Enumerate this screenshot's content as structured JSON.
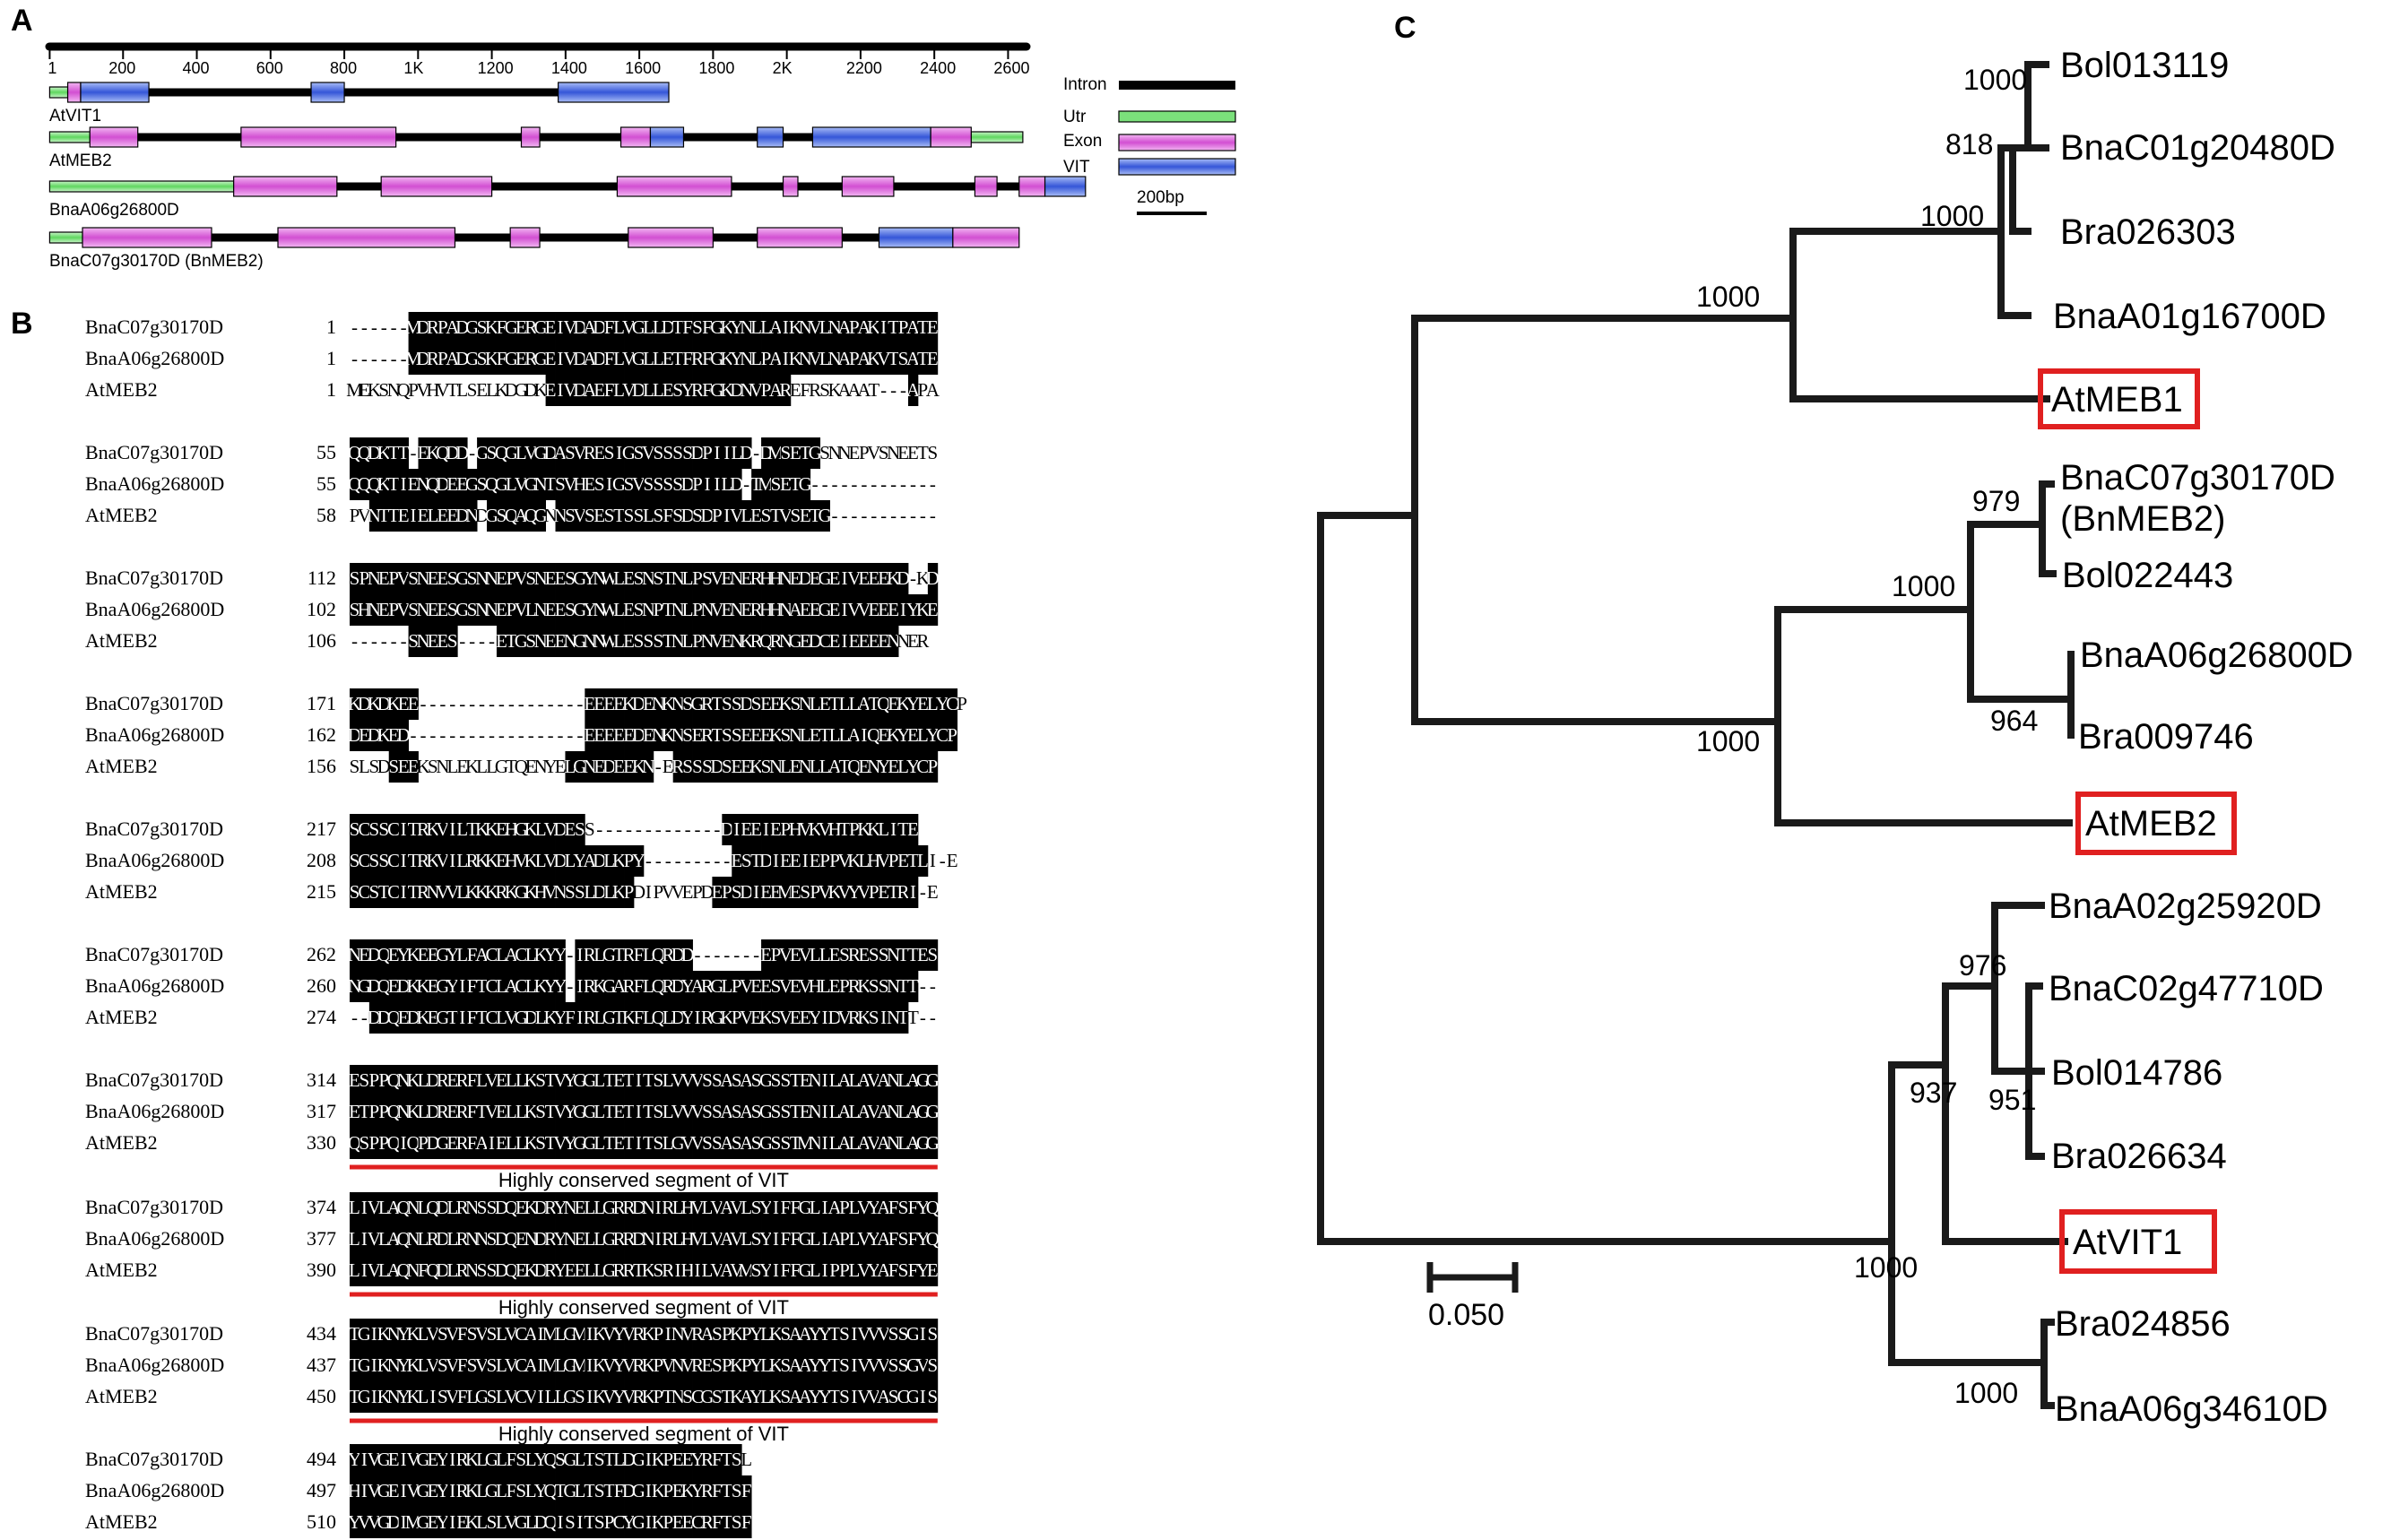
{
  "panel_a": {
    "letter": "A",
    "scale_ticks": [
      "1",
      "200",
      "400",
      "600",
      "800",
      "1K",
      "1200",
      "1400",
      "1600",
      "1800",
      "2K",
      "2200",
      "2400",
      "2600"
    ],
    "genes": [
      {
        "name": "AtVIT1",
        "span": [
          1,
          1680
        ],
        "utr": [
          [
            1,
            50
          ]
        ],
        "exon": [
          [
            50,
            85
          ]
        ],
        "vit": [
          [
            85,
            270
          ],
          [
            710,
            800
          ],
          [
            1380,
            1680
          ]
        ]
      },
      {
        "name": "AtMEB2",
        "span": [
          1,
          2640
        ],
        "utr": [
          [
            1,
            110
          ],
          [
            2500,
            2640
          ]
        ],
        "exon": [
          [
            110,
            240
          ],
          [
            520,
            940
          ],
          [
            1280,
            1330
          ],
          [
            1550,
            1630
          ],
          [
            2390,
            2500
          ]
        ],
        "vit": [
          [
            1630,
            1720
          ],
          [
            1920,
            1990
          ],
          [
            2070,
            2390
          ]
        ]
      },
      {
        "name": "BnaA06g26800D",
        "span": [
          1,
          2750
        ],
        "utr": [
          [
            1,
            500
          ]
        ],
        "exon": [
          [
            500,
            780
          ],
          [
            900,
            1200
          ],
          [
            1540,
            1850
          ],
          [
            1990,
            2030
          ],
          [
            2150,
            2290
          ],
          [
            2510,
            2570
          ],
          [
            2630,
            2700
          ]
        ],
        "vit": [
          [
            2700,
            2810
          ]
        ]
      },
      {
        "name": "BnaC07g30170D (BnMEB2)",
        "span": [
          1,
          2630
        ],
        "utr": [
          [
            1,
            90
          ]
        ],
        "exon": [
          [
            90,
            440
          ],
          [
            620,
            1100
          ],
          [
            1250,
            1330
          ],
          [
            1570,
            1800
          ],
          [
            1920,
            2150
          ],
          [
            2450,
            2630
          ]
        ],
        "vit": [
          [
            2250,
            2450
          ]
        ]
      }
    ],
    "legend": [
      {
        "label": "Intron",
        "color": "#000000"
      },
      {
        "label": "Utr",
        "color": "#7be07b"
      },
      {
        "label": "Exon",
        "color": "#d95fd9"
      },
      {
        "label": "VIT",
        "color": "#4a6be0"
      }
    ],
    "scale_label": "200bp"
  },
  "panel_b": {
    "letter": "B",
    "blocks": [
      {
        "rows": [
          {
            "name": "BnaC07g30170D",
            "start": "1",
            "seq": "------MDRPADGSKFGERGEIVDADFLVGLLDTFSFGKYNLLAIKNVLNAPAKITPATE",
            "mask": "000000BBBBBBBBBBBBBBBBBBBBBBBBBBBBBBBBBBBBBBBBBBBBBBBBBBBBBBBBBB"
          },
          {
            "name": "BnaA06g26800D",
            "start": "1",
            "seq": "------MDRPADGSKFGERGEIVDADFLVGLLETFRFGKYNLPAIKNVLNAPAKVTSATE",
            "mask": "000000BBBBBBBBBBBBBBBBBBBBBBBBBBBBBBBBBBBBBBBBBBBBBBBBBBBBBBBBBB"
          },
          {
            "name": "AtMEB2",
            "start": "1",
            "seq": "MEKSNQPVHVTLSELKDGDKEIVDAEFLVDLLESYRFGKDNVPAREFRSKAAAT---APA",
            "mask": "00000000000000000000BBBBBBBBBBBBBBBBBBBBBBBBB000000000BBBB000BBB"
          }
        ]
      },
      {
        "rows": [
          {
            "name": "BnaC07g30170D",
            "start": "55",
            "seq": "QQDKTT-EKQDD-GSQGLVGDASVRESIGSVSSSSDPIILD-DMSETGSNNEPVSNEETS",
            "mask": "BBBBBB0BBBBB0BBBBBBBBBBBBBBBBBBBBBBBBBBBB0BBBBBB00000000000000"
          },
          {
            "name": "BnaA06g26800D",
            "start": "55",
            "seq": "QQQKTIENQDEEGSQGLVGNTSVHESIGSVSSSSDPIILD-TMSETG-------------",
            "mask": "BBBBBBBBBBBBBBBBBBBBBBBBBBBBBBBBBBBBBBBB0BBBBBB0000000000000"
          },
          {
            "name": "AtMEB2",
            "start": "58",
            "seq": "PVNTTEIELEEDNDGSQAQGNNSVSESTSSLSFSDSDPIVLESTVSETG-----------",
            "mask": "00BBBBBBBBBBB0BBBBBB0BBBBBBBBBBBBBBBBBBBBBBBBBBBB000000000000"
          }
        ]
      },
      {
        "rows": [
          {
            "name": "BnaC07g30170D",
            "start": "112",
            "seq": "SPNEPVSNEESGSNNEPVSNEESGYNWLESNSTNLPSVENERHHNEDEGEIVEEEKD-KD",
            "mask": "BBBBBBBBBBBBBBBBBBBBBBBBBBBBBBBBBBBBBBBBBBBBBBBBBBBBBBBBBB0BB"
          },
          {
            "name": "BnaA06g26800D",
            "start": "102",
            "seq": "SHNEPVSNEESGSNNEPVLNEESGYNWLESNPTNLPNVENERHHNAEEGEIVVEEEIYKE",
            "mask": "BBBBBBBBBBBBBBBBBBBBBBBBBBBBBBBBBBBBBBBBBBBBBBBBBBBBBBBBBBBB"
          },
          {
            "name": "AtMEB2",
            "start": "106",
            "seq": "------SNEES----ETGSNEENGNNWLESSSTNLPNVENKRQRNGEDCEIEEEENNER",
            "mask": "000000BBBBB0000BBBBBBBBBBBBBBBBBBBBBBBBBBBBBBBBBBBBBBBBB000"
          }
        ]
      },
      {
        "rows": [
          {
            "name": "BnaC07g30170D",
            "start": "171",
            "seq": "KDKDKEE-----------------EEEEKDENKNSGRTSSDSEEKSNLETLLATQEKYELYCP",
            "mask": "BBBBBBB00000000000000000BBBBBBBBBBBBBBBBBBBBBBBBBBBBBBBBBBBBBB"
          },
          {
            "name": "BnaA06g26800D",
            "start": "162",
            "seq": "DEDKED------------------EEEEEDENKNSERTSSEEEKSNLETLLAIQEKYELYCP",
            "mask": "BBBBBB000000000000000000BBBBBBBBBBBBBBBBBBBBBBBBBBBBBBBBBBBBBBB"
          },
          {
            "name": "AtMEB2",
            "start": "156",
            "seq": "SLSDSEEKSNLEKLLGTQENYELGNEDEEKN-ERSSSDSEEKSNLENLLATQENYELYCP",
            "mask": "0000BBB000000000000000BBBBBBBBBB0BBBBBBBBBBBBBBBBBBBBBBBBBBBB"
          }
        ]
      },
      {
        "rows": [
          {
            "name": "BnaC07g30170D",
            "start": "217",
            "seq": "SCSSCITRKVILTKKEHGKLVDESS-------------DIEEIEPHVKVHTPKKLITE",
            "mask": "BBBBBBBBBBBBBBBBBBBBBBBB00000000000000BBBBBBBBBBBBBBBBBBBB"
          },
          {
            "name": "BnaA06g26800D",
            "start": "208",
            "seq": "SCSSCITRKVILRKKEHVKLVDLYADLKPY---------ESTDIEEIEPPVKLHVPETLI-E",
            "mask": "BBBBBBBBBBBBBBBBBBBBBBBBBBBBBB000000000BBBBBBBBBBBBBBBBBBBB0B"
          },
          {
            "name": "AtMEB2",
            "start": "215",
            "seq": "SCSTCITRNVVLKKKRKGKHVNSSLDLKPDIPVVEPDEPSDIEEMESPVKVYVPETRI-E",
            "mask": "BBBBBBBBBBBBBBBBBBBBBBBBBBBBB00000000BBBBBBBBBBBBBBBBBBBBBB0B"
          }
        ]
      },
      {
        "rows": [
          {
            "name": "BnaC07g30170D",
            "start": "262",
            "seq": "NEDQEYKEEGYLFACLACLKYY-IRLGTRFLQRDD-------EPVEVLLESRESSNTTES",
            "mask": "BBBBBBBBBBBBBBBBBBBBBB0BBBBBBBBBBBB0000000BBBBBBBBBBBBBBBBBB"
          },
          {
            "name": "BnaA06g26800D",
            "start": "260",
            "seq": "NGDQEDKKEGYIFTCLACLKYY-IRKGARFLQRDYARGLPVEESVEVHLEPRKSSNTT--",
            "mask": "BBBBBBBBBBBBBBBBBBBBBB0BBBBBBBBBBBBBBBBBBBBBBBBBBBBBBBBBBB00"
          },
          {
            "name": "AtMEB2",
            "start": "274",
            "seq": "--DDQEDKEGTIFTCLVGDLKYFIRLGTKFLQLDYIRGKPVEKSVEEYIDVRKSINTT--",
            "mask": "00BBBBBBBBBBBBBBBBBBBBBBBBBBBBBBBBBBBBBBBBBBBBBBBBBBBBBBB00"
          }
        ]
      },
      {
        "rows": [
          {
            "name": "BnaC07g30170D",
            "start": "314",
            "seq": "ESPPQNKLDRERFLVELLKSTVYGGLTETITSLVVVSSASASGSSTENILALAVANLAGG",
            "mask": "BBBBBBBBBBBBBBBBBBBBBBBBBBBBBBBBBBBBBBBBBBBBBBBBBBBBBBBBBBBB"
          },
          {
            "name": "BnaA06g26800D",
            "start": "317",
            "seq": "ETPPQNKLDRERFTVELLKSTVYGGLTETITSLVVVSSASASGSSTENILALAVANLAGG",
            "mask": "BBBBBBBBBBBBBBBBBBBBBBBBBBBBBBBBBBBBBBBBBBBBBBBBBBBBBBBBBBBB"
          },
          {
            "name": "AtMEB2",
            "start": "330",
            "seq": "QSPPQIQPDGERFAIELLKSTVYGGLTETITSLGVVSSASASGSSTMNILALAVANLAGG",
            "mask": "BBBBBBBBBBBBBBBBBBBBBBBBBBBBBBBBBBBBBBBBBBBBBBBBBBBBBBBBBBBB"
          }
        ],
        "caption": "Highly conserved segment of VIT"
      },
      {
        "rows": [
          {
            "name": "BnaC07g30170D",
            "start": "374",
            "seq": "LIVLAQNLQDLRNSSDQEKDRYNELLGRRDNIRLHVLVAVLSYIFFGLIAPLVYAFSFYQ",
            "mask": "BBBBBBBBBBBBBBBBBBBBBBBBBBBBBBBBBBBBBBBBBBBBBBBBBBBBBBBBBBBB"
          },
          {
            "name": "BnaA06g26800D",
            "start": "377",
            "seq": "LIVLAQNLRDLRNNSDQENDRYNELLGRRDNIRLHVLVAVLSYIFFGLIAPLVYAFSFYQ",
            "mask": "BBBBBBBBBBBBBBBBBBBBBBBBBBBBBBBBBBBBBBBBBBBBBBBBBBBBBBBBBBBB"
          },
          {
            "name": "AtMEB2",
            "start": "390",
            "seq": "LIVLAQNFQDLRNSSDQEKDRYEELLGRRTKSRIHILVAVMSYIFFGLIPPLVYAFSFYE",
            "mask": "BBBBBBBBBBBBBBBBBBBBBBBBBBBBBBBBBBBBBBBBBBBBBBBBBBBBBBBBBBBB"
          }
        ],
        "caption": "Highly conserved segment of VIT"
      },
      {
        "rows": [
          {
            "name": "BnaC07g30170D",
            "start": "434",
            "seq": "TGIKNYKLVSVFSVSLVCAIMLGMIKVYVRKPINVRASPKPYLKSAAYYTSIVVVSSGIS",
            "mask": "BBBBBBBBBBBBBBBBBBBBBBBBBBBBBBBBBBBBBBBBBBBBBBBBBBBBBBBBBBBB"
          },
          {
            "name": "BnaA06g26800D",
            "start": "437",
            "seq": "TGIKNYKLVSVFSVSLVCAIMLGMIKVYVRKPVNVRESPKPYLKSAAYYTSIVVVSSGVS",
            "mask": "BBBBBBBBBBBBBBBBBBBBBBBBBBBBBBBBBBBBBBBBBBBBBBBBBBBBBBBBBBBB"
          },
          {
            "name": "AtMEB2",
            "start": "450",
            "seq": "TGIKNYKLISVFLGSLVCVILLGSIKVYVRKPTNSCGSTKAYLKSAAYYTSIVVASCGIS",
            "mask": "BBBBBBBBBBBBBBBBBBBBBBBBBBBBBBBBBBBBBBBBBBBBBBBBBBBBBBBBBBBB"
          }
        ],
        "caption": "Highly conserved segment of VIT"
      },
      {
        "rows": [
          {
            "name": "BnaC07g30170D",
            "start": "494",
            "seq": "YIVGEIVGEYIRKLGLFSLYQSGLTSTLDGIKPEEYRFTSL",
            "mask": "BBBBBBBBBBBBBBBBBBBBBBBBBBBBBBBBBBBBBBBB0"
          },
          {
            "name": "BnaA06g26800D",
            "start": "497",
            "seq": "HIVGEIVGEYIRKLGLFSLYQTGLTSTFDGIKPEKYRFTSF",
            "mask": "BBBBBBBBBBBBBBBBBBBBBBBBBBBBBBBBBBBBBBBBB"
          },
          {
            "name": "AtMEB2",
            "start": "510",
            "seq": "YVVGDIMGEYIEKLSLVGLDQISITSPCYGIKPEECRFTSF",
            "mask": "BBBBBBBBBBBBBBBBBBBBBBBBBBBBBBBBBBBBBBBBB"
          }
        ]
      }
    ]
  },
  "panel_c": {
    "letter": "C",
    "taxa": {
      "t1": "Bol013119",
      "t2": "BnaC01g20480D",
      "t3": "Bra026303",
      "t4": "BnaA01g16700D",
      "t5": "AtMEB1",
      "t6a": "BnaC07g30170D",
      "t6b": "(BnMEB2)",
      "t7": "Bol022443",
      "t8": "BnaA06g26800D",
      "t9": "Bra009746",
      "t10": "AtMEB2",
      "t11": "BnaA02g25920D",
      "t12": "BnaC02g47710D",
      "t13": "Bol014786",
      "t14": "Bra026634",
      "t15": "AtVIT1",
      "t16": "Bra024856",
      "t17": "BnaA06g34610D"
    },
    "supports": {
      "n1": "1000",
      "n2": "818",
      "n3": "1000",
      "n4": "1000",
      "n5": "979",
      "n6": "1000",
      "n7": "964",
      "n8": "1000",
      "n9": "976",
      "n10": "937",
      "n11": "951",
      "n12": "1000",
      "n13": "1000"
    },
    "highlight_color": "#e02020",
    "scale_bar": "0.050"
  }
}
